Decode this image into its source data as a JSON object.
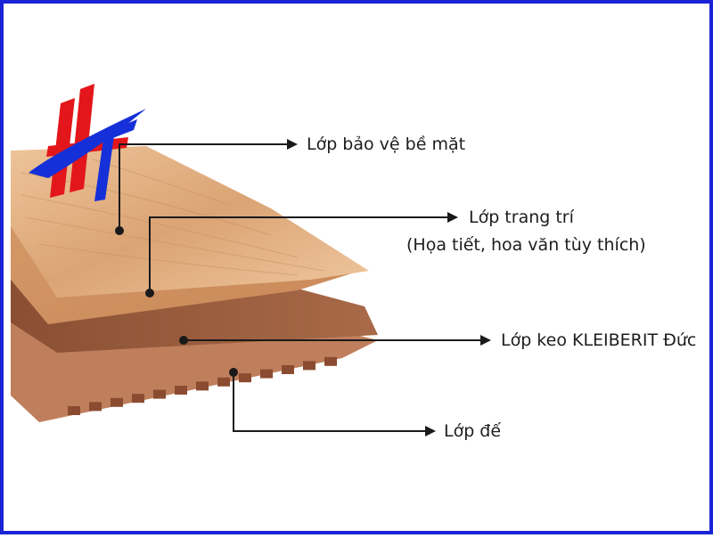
{
  "logo": {
    "text": "HT",
    "colors": {
      "red": "#e3161b",
      "blue": "#1530d8"
    }
  },
  "frame": {
    "border_color": "#1a23d6"
  },
  "layers": [
    {
      "id": "surface",
      "label": "Lớp bảo vệ bề mặt"
    },
    {
      "id": "decor",
      "label": "Lớp trang trí",
      "sublabel": "(Họa tiết, hoa văn tùy thích)"
    },
    {
      "id": "glue",
      "label": "Lớp keo KLEIBERIT Đức"
    },
    {
      "id": "base",
      "label": "Lớp đế"
    }
  ],
  "colors": {
    "wood_light": "#e8b98c",
    "wood_mid": "#d69b6b",
    "glue": "#9a5a3a",
    "base": "#c0805b",
    "base_back": "#d8dca6",
    "line": "#1a1a1a"
  }
}
